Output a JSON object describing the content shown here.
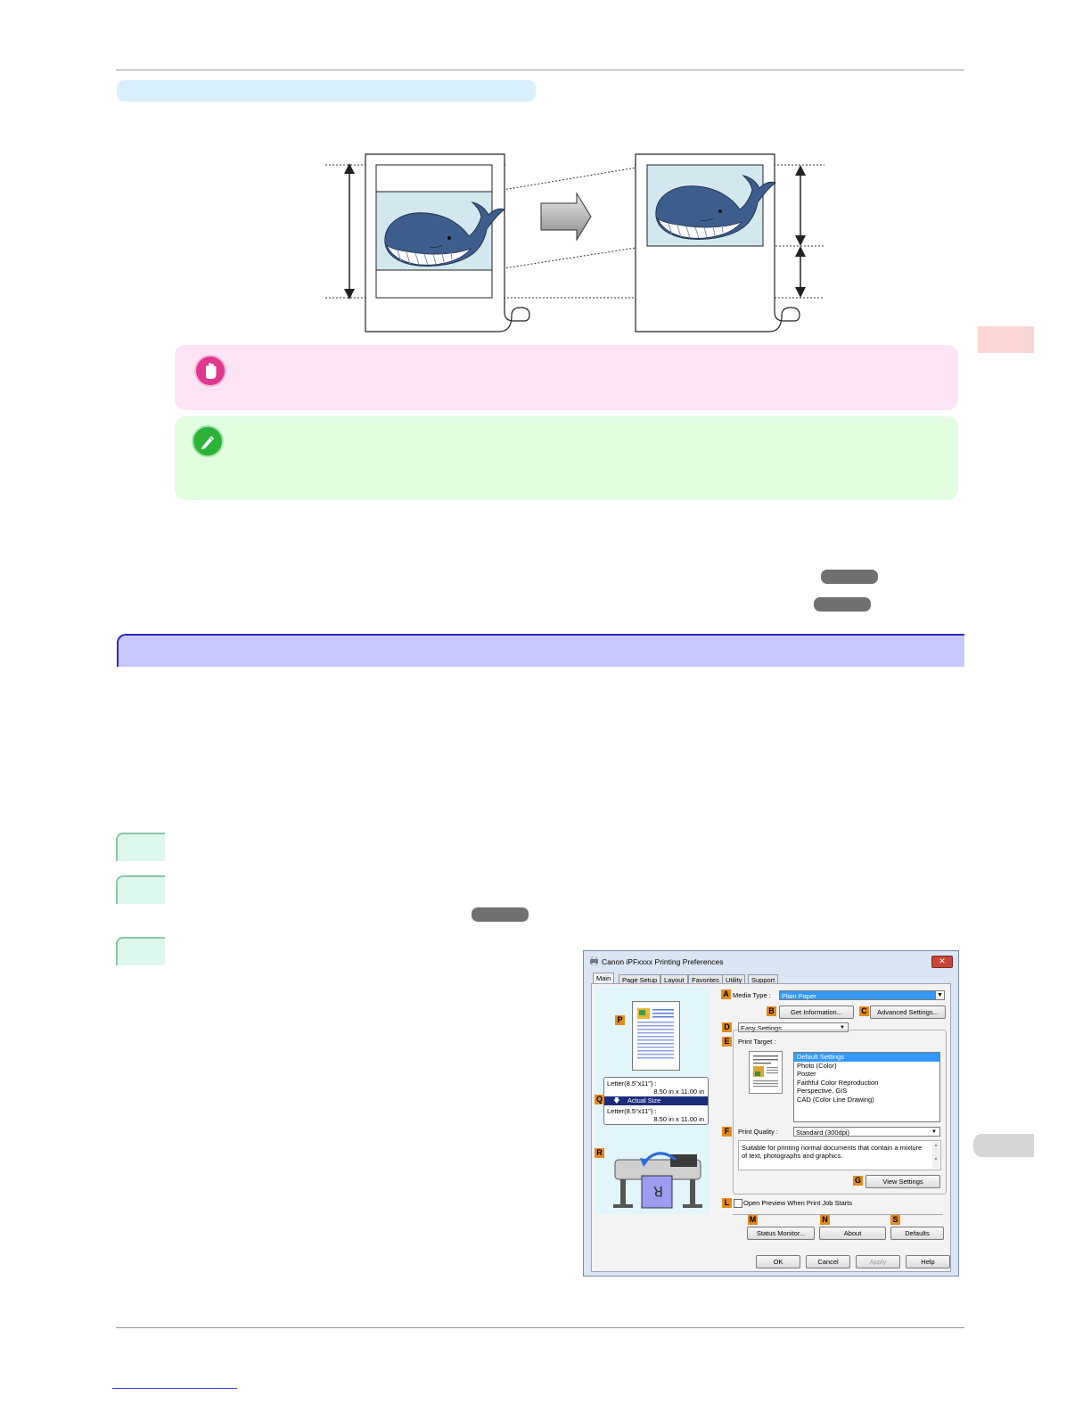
{
  "figure": {
    "arrow_icon": "right-arrow-icon",
    "illustration": "whale"
  },
  "notes": {
    "important_icon": "hand-stop-icon",
    "tip_icon": "pencil-icon"
  },
  "dialog": {
    "title": "Canon iPFxxxx Printing Preferences",
    "close_label": "✕",
    "tabs": [
      "Main",
      "Page Setup",
      "Layout",
      "Favorites",
      "Utility",
      "Support"
    ],
    "letters": {
      "A": "A",
      "B": "B",
      "C": "C",
      "D": "D",
      "E": "E",
      "F": "F",
      "G": "G",
      "L": "L",
      "M": "M",
      "N": "N",
      "S": "S",
      "P": "P",
      "Q": "Q",
      "R": "R"
    },
    "media_type_label": "Media Type :",
    "media_type_value": "Plain Paper",
    "get_information_button": "Get Information...",
    "advanced_settings_button": "Advanced Settings...",
    "easy_settings_value": "Easy Settings",
    "print_target_label": "Print Target :",
    "print_target_items": [
      "Default Settings",
      "Photo (Color)",
      "Poster",
      "Faithful Color Reproduction",
      "Perspective, GIS",
      "CAD (Color Line Drawing)"
    ],
    "print_quality_label": "Print Quality :",
    "print_quality_value": "Standard (300dpi)",
    "description": "Suitable for printing normal documents that contain a mixture of text, photographs and graphics.",
    "view_settings_button": "View Settings",
    "open_preview_label": "Open Preview When Print Job Starts",
    "status_monitor_button": "Status Monitor...",
    "about_button": "About",
    "defaults_button": "Defaults",
    "ok_button": "OK",
    "cancel_button": "Cancel",
    "apply_button": "Apply",
    "help_button": "Help",
    "size_from": "Letter(8.5\"x11\") :",
    "size_from_dims": "8.50 in x 11.00 in",
    "scale_label": "Actual Size",
    "size_to": "Letter(8.5\"x11\") :",
    "size_to_dims": "8.50 in x 11.00 in"
  },
  "colors": {
    "header_pill": "#d8f0fb",
    "important_bg": "#fde3f6",
    "tip_bg": "#e2fde0",
    "section_bar": "#c8c8ff",
    "section_border": "#2a2ab8",
    "step_tab": "#def7ec",
    "side_tab_red": "#fbd6d6",
    "side_tab_gray": "#d6d6d6",
    "link_pill": "#707070"
  }
}
